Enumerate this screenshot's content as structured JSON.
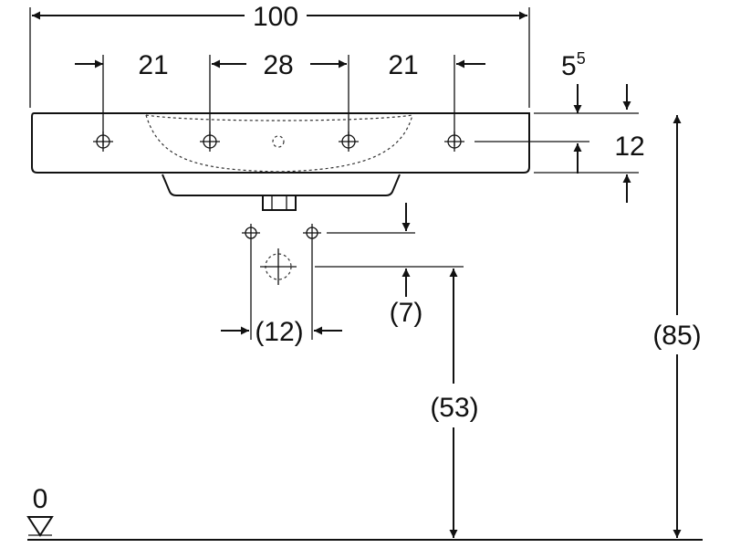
{
  "dimensions": {
    "overall_width": "100",
    "left_hole_spacing": "21",
    "center_hole_spacing": "28",
    "right_hole_spacing": "21",
    "rim_offset_main": "5",
    "rim_offset_sup": "5",
    "rim_height": "12",
    "drain_spacing": "(12)",
    "drain_offset": "(7)",
    "drain_height": "(53)",
    "rim_total_height": "(85)",
    "floor_level": "0"
  }
}
